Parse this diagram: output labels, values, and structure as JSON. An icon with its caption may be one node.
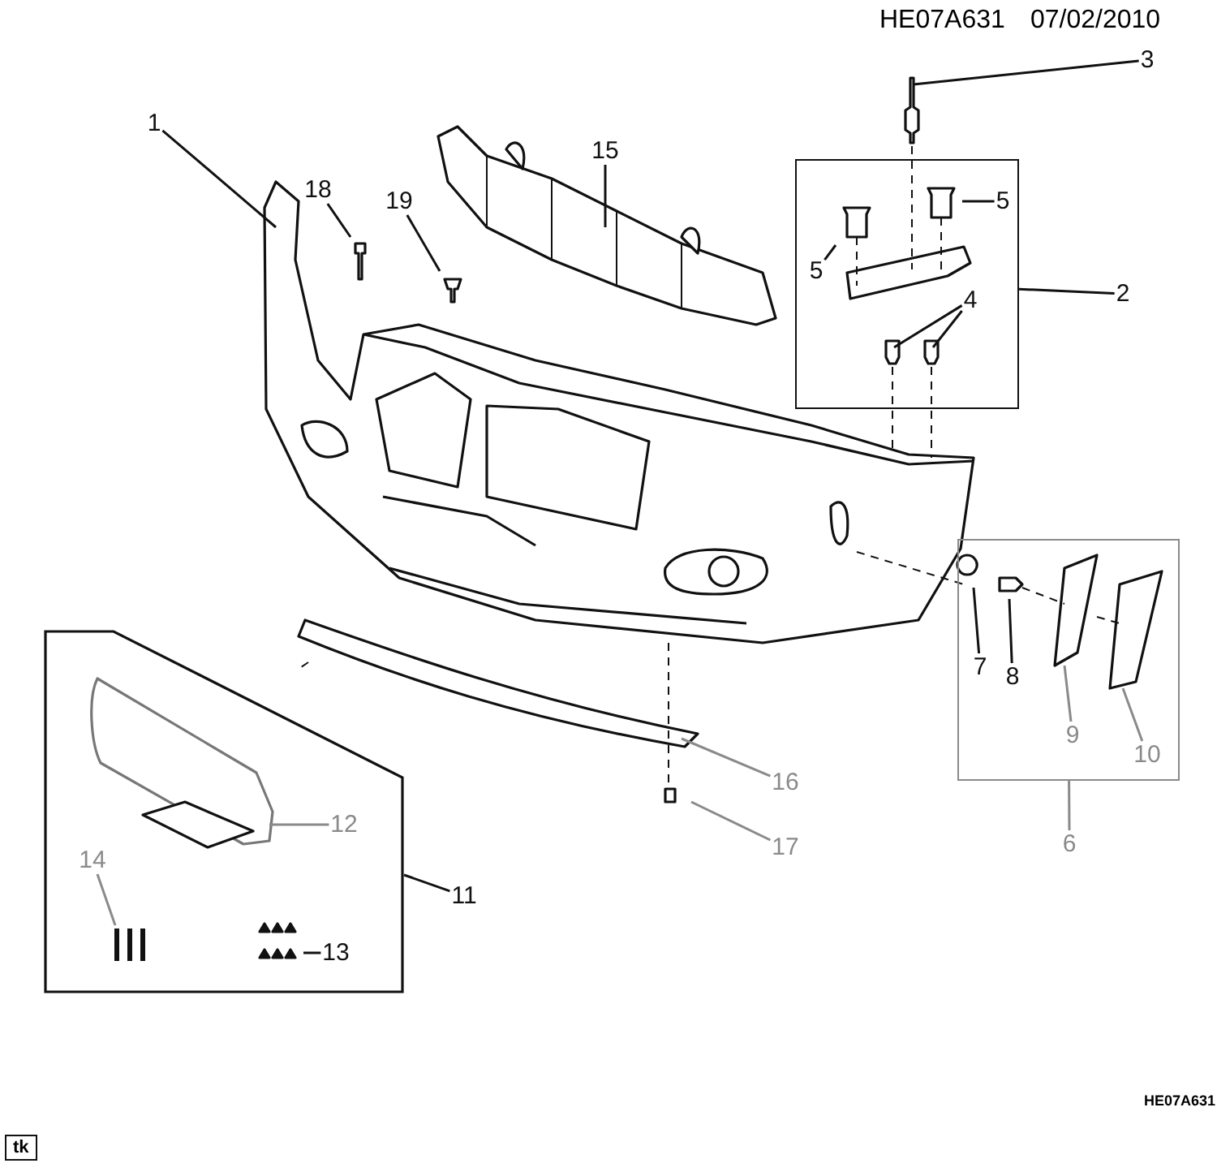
{
  "diagram": {
    "nodes": [
      {
        "text": [
          "1"
        ]
      },
      {
        "text": [
          "3"
        ]
      },
      {
        "text": [],
        "shape": "box"
      },
      {
        "text": [
          "5"
        ],
        "in": 2
      },
      {
        "text": [
          "5"
        ],
        "in": 2
      },
      {
        "text": [
          "4"
        ],
        "in": 2
      },
      {
        "text": [
          "2"
        ]
      },
      {
        "text": [
          "15"
        ]
      },
      {
        "text": [
          "18"
        ]
      },
      {
        "text": [
          "19"
        ]
      },
      {
        "text": [],
        "shape": "box"
      },
      {
        "text": [
          "12"
        ],
        "in": 10
      },
      {
        "text": [
          "14"
        ],
        "in": 10
      },
      {
        "text": [
          "13"
        ],
        "in": 10
      },
      {
        "text": [
          "11"
        ]
      },
      {
        "text": [],
        "shape": "box"
      },
      {
        "text": [
          "7"
        ],
        "in": 15
      },
      {
        "text": [
          "8"
        ],
        "in": 15
      },
      {
        "text": [
          "9"
        ],
        "in": 15
      },
      {
        "text": [
          "10"
        ],
        "in": 15
      },
      {
        "text": [
          "6"
        ]
      },
      {
        "text": [
          "16"
        ]
      },
      {
        "text": [
          "17"
        ]
      }
    ],
    "edges": [
      {
        "from": 0,
        "to": null,
        "arrow": "none"
      },
      {
        "from": 1,
        "to": null,
        "arrow": "none"
      },
      {
        "from": 3,
        "to": null,
        "arrow": "none"
      },
      {
        "from": 4,
        "to": null,
        "arrow": "none"
      },
      {
        "from": 5,
        "to": null,
        "arrow": "none"
      },
      {
        "from": 5,
        "to": null,
        "arrow": "none"
      },
      {
        "from": 6,
        "to": 2,
        "arrow": "none"
      },
      {
        "from": 7,
        "to": null,
        "arrow": "none"
      },
      {
        "from": 8,
        "to": null,
        "arrow": "none"
      },
      {
        "from": 9,
        "to": null,
        "arrow": "none"
      },
      {
        "from": 11,
        "to": null,
        "arrow": "none",
        "color": "#8a8a8a"
      },
      {
        "from": 12,
        "to": null,
        "arrow": "none",
        "color": "#8a8a8a"
      },
      {
        "from": 13,
        "to": null,
        "arrow": "none"
      },
      {
        "from": 14,
        "to": 10,
        "arrow": "none"
      },
      {
        "from": 16,
        "to": null,
        "arrow": "none"
      },
      {
        "from": 17,
        "to": null,
        "arrow": "none"
      },
      {
        "from": 18,
        "to": null,
        "arrow": "none",
        "color": "#8a8a8a"
      },
      {
        "from": 19,
        "to": null,
        "arrow": "none",
        "color": "#8a8a8a"
      },
      {
        "from": 20,
        "to": 15,
        "arrow": "none",
        "color": "#8a8a8a"
      },
      {
        "from": 21,
        "to": null,
        "arrow": "none",
        "color": "#8a8a8a"
      },
      {
        "from": 22,
        "to": null,
        "arrow": "none",
        "color": "#8a8a8a"
      }
    ],
    "labels": [
      "HE07A631",
      "07/02/2010",
      "HE07A631",
      "tk"
    ]
  }
}
